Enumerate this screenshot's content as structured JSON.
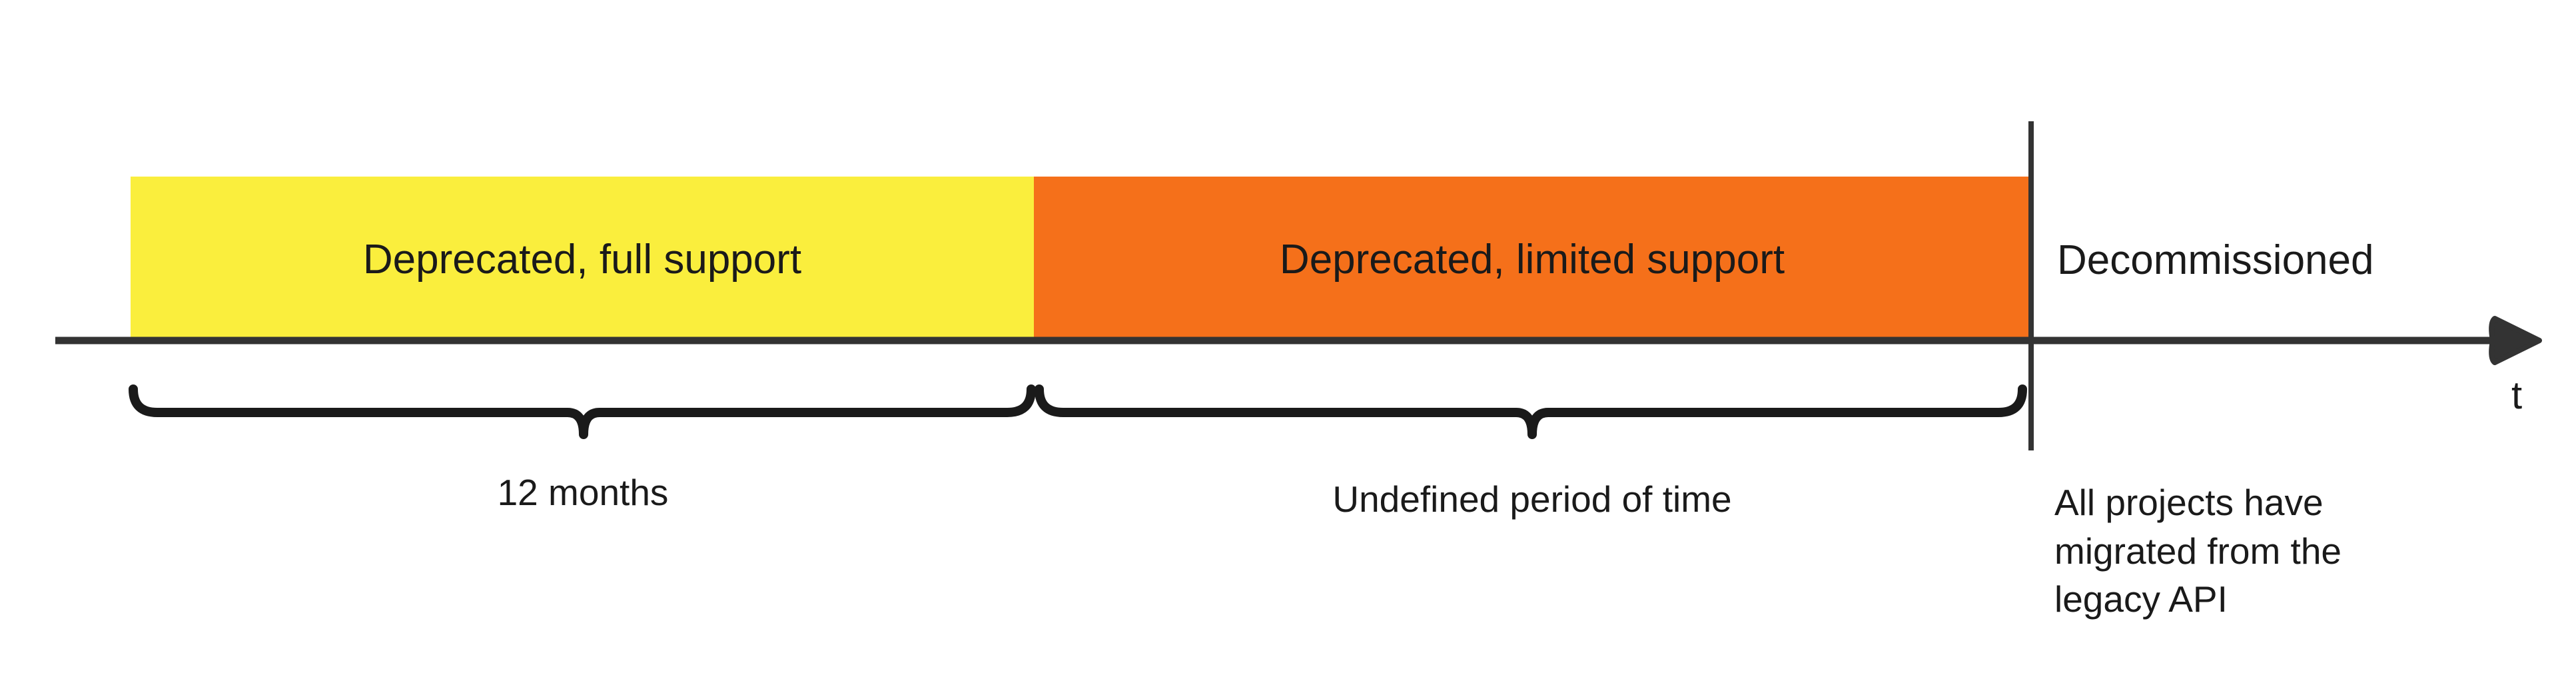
{
  "diagram": {
    "type": "api-deprecation-timeline",
    "axis": {
      "variable_label": "t",
      "direction": "left-to-right",
      "arrow_icon": "arrow-right-icon"
    },
    "phases": [
      {
        "id": "deprecated-full-support",
        "label": "Deprecated, full support",
        "color": "#FAEE3D",
        "duration_label": "12 months"
      },
      {
        "id": "deprecated-limited-support",
        "label": "Deprecated, limited support",
        "color": "#F5701A",
        "duration_label": "Undefined period of time"
      },
      {
        "id": "decommissioned",
        "label": "Decommissioned",
        "color": "#FFFFFF",
        "duration_label": ""
      }
    ],
    "brackets": [
      {
        "id": "bracket-12-months",
        "label": "12 months"
      },
      {
        "id": "bracket-undefined-period",
        "label": "Undefined period of time"
      }
    ],
    "milestone": {
      "id": "decommission-milestone",
      "note_lines": [
        "All projects have",
        "migrated from the",
        "legacy API"
      ]
    },
    "colors": {
      "full_support": "#FAEE3D",
      "limited_support": "#F5701A",
      "ink": "#333333",
      "text": "#1a1a1a",
      "background": "#FFFFFF"
    }
  }
}
